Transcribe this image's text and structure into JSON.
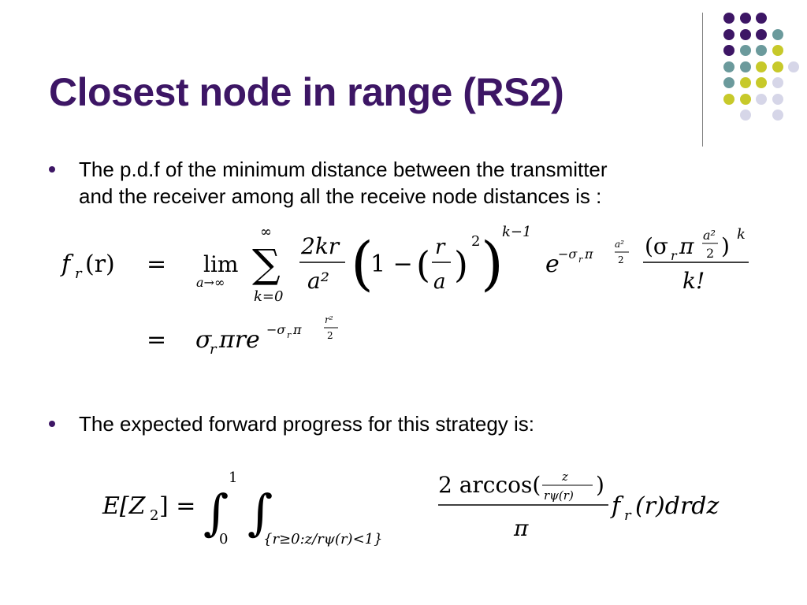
{
  "slide": {
    "title": "Closest node in range (RS2)",
    "bullets": [
      {
        "line1": "The p.d.f of the minimum distance between the transmitter",
        "line2": "and the receiver among all the receive node distances is :"
      },
      {
        "line1": "The expected forward progress for this strategy is:"
      }
    ],
    "equations": {
      "pdf_lhs": "f",
      "pdf_lhs_sub": "r",
      "pdf_lhs_arg": "(r)",
      "eq_sign": "=",
      "lim_label": "lim",
      "lim_sub": "a→∞",
      "sum_sym": "∑",
      "sum_top": "∞",
      "sum_bot": "k=0",
      "frac1_num": "2kr",
      "frac1_den": "a²",
      "paren_expr_one": "1 −",
      "paren_frac_num": "r",
      "paren_frac_den": "a",
      "power_two": "2",
      "power_k1": "k−1",
      "exp_base": "e",
      "exp_power": "−σ",
      "exp_power_r": "r",
      "exp_power_pi": "π",
      "exp_power_frac_num": "a²",
      "exp_power_frac_den": "2",
      "frac2_num_a": "(σ",
      "frac2_num_r": "r",
      "frac2_num_pi": "π",
      "frac2_num_frac_n": "a²",
      "frac2_num_frac_d": "2",
      "frac2_num_close": ")",
      "frac2_num_k": "k",
      "frac2_den": "k!",
      "line2_sigma": "σ",
      "line2_sub": "r",
      "line2_rest": "πre",
      "line2_exp": "−σ",
      "line2_exp_sub": "r",
      "line2_exp_pi": "π",
      "line2_exp_frac_n": "r²",
      "line2_exp_frac_d": "2",
      "ez_lhs": "E[Z",
      "ez_sub": "2",
      "ez_close": "] =",
      "int_sym": "∫",
      "int1_top": "1",
      "int1_bot": "0",
      "int2_bot": "{r≥0:z/rψ(r)<1}",
      "ez_frac_num_a": "2 arccos(",
      "ez_frac_num_in_n": "z",
      "ez_frac_num_in_d": "rψ(r)",
      "ez_frac_num_b": ")",
      "ez_frac_den": "π",
      "ez_tail": "f",
      "ez_tail_sub": "r",
      "ez_tail_rest": "(r)drdz"
    }
  },
  "decoration": {
    "dot_colors": [
      "#3d1665",
      "#6b9a9c",
      "#c7c92a",
      "#d6d6e8"
    ]
  }
}
